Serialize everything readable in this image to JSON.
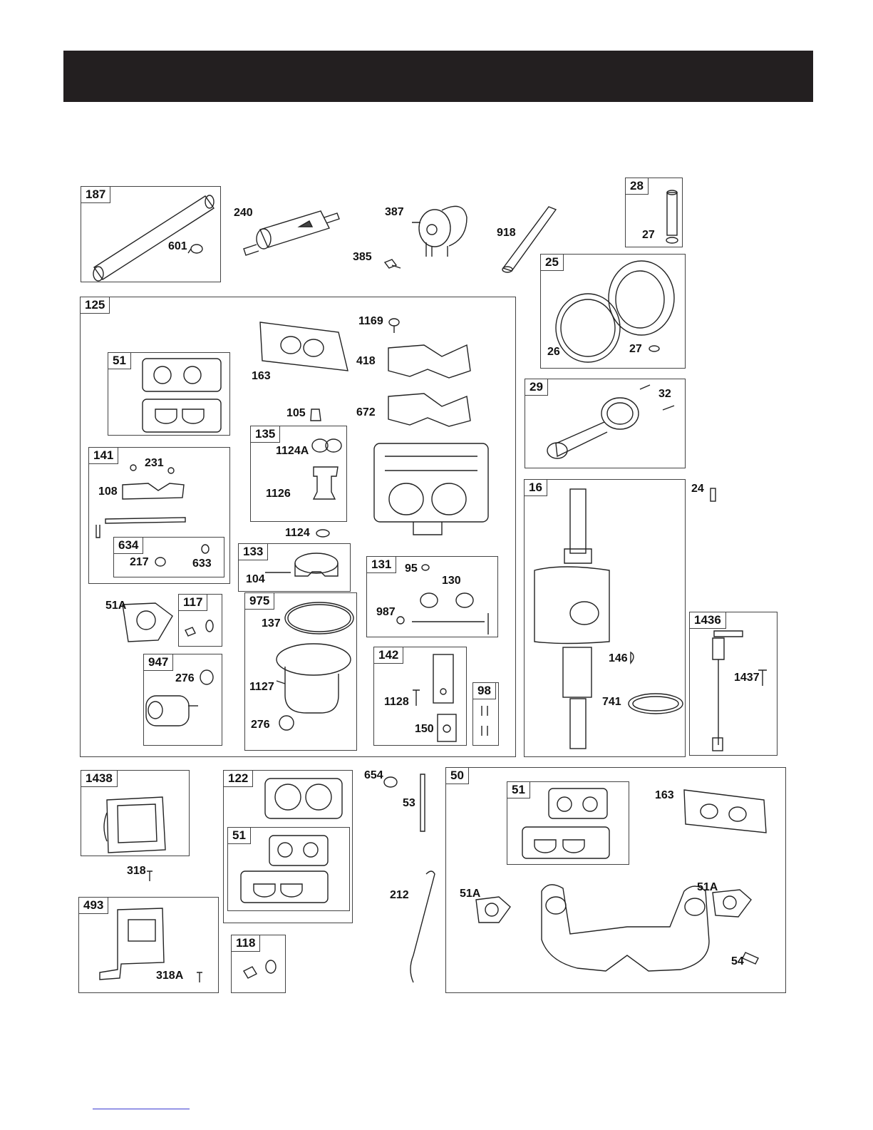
{
  "boxes": {
    "b187": "187",
    "b28": "28",
    "b25": "25",
    "b125": "125",
    "b51a": "51",
    "b141": "141",
    "b634": "634",
    "b135": "135",
    "b133": "133",
    "b117": "117",
    "b947": "947",
    "b975": "975",
    "b131": "131",
    "b142": "142",
    "b98": "98",
    "b29": "29",
    "b16": "16",
    "b1436": "1436",
    "b1438": "1438",
    "b122": "122",
    "b51b": "51",
    "b493": "493",
    "b118": "118",
    "b50": "50",
    "b51c": "51"
  },
  "labels": {
    "l601": "601",
    "l240": "240",
    "l387": "387",
    "l385": "385",
    "l918": "918",
    "l27a": "27",
    "l26": "26",
    "l27b": "27",
    "l163a": "163",
    "l1169": "1169",
    "l418": "418",
    "l672": "672",
    "l105": "105",
    "l1124A": "1124A",
    "l1126": "1126",
    "l1124": "1124",
    "l231": "231",
    "l108": "108",
    "l217": "217",
    "l633": "633",
    "l104": "104",
    "l51A_a": "51A",
    "l276a": "276",
    "l137": "137",
    "l1127": "1127",
    "l276b": "276",
    "l95": "95",
    "l130": "130",
    "l987": "987",
    "l1128": "1128",
    "l150": "150",
    "l32": "32",
    "l24": "24",
    "l146": "146",
    "l741": "741",
    "l1437": "1437",
    "l318": "318",
    "l318A": "318A",
    "l654": "654",
    "l53": "53",
    "l212": "212",
    "l163b": "163",
    "l51A_b": "51A",
    "l51A_c": "51A",
    "l54": "54"
  }
}
